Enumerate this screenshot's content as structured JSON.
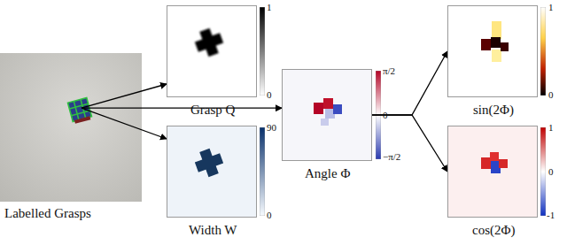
{
  "diagram": {
    "nodes": [
      {
        "text": [
          "Labelled Grasps"
        ]
      },
      {
        "text": [
          "Grasp Q"
        ]
      },
      {
        "text": [
          "Width W"
        ]
      },
      {
        "text": [
          "Angle Φ"
        ]
      },
      {
        "text": [
          "sin(2Φ)"
        ]
      },
      {
        "text": [
          "cos(2Φ)"
        ]
      }
    ],
    "edges": [
      {
        "from": 0,
        "to": 1,
        "arrow": "to"
      },
      {
        "from": 0,
        "to": 3,
        "arrow": "to"
      },
      {
        "from": 0,
        "to": 2,
        "arrow": "to"
      },
      {
        "from": 3,
        "to": 4,
        "arrow": "to"
      },
      {
        "from": 3,
        "to": 5,
        "arrow": "to"
      }
    ],
    "labels": [
      "1",
      "0",
      "90",
      "0",
      "π/2",
      "0",
      "−π/2",
      "1",
      "0",
      "1",
      "0",
      "-1"
    ]
  }
}
